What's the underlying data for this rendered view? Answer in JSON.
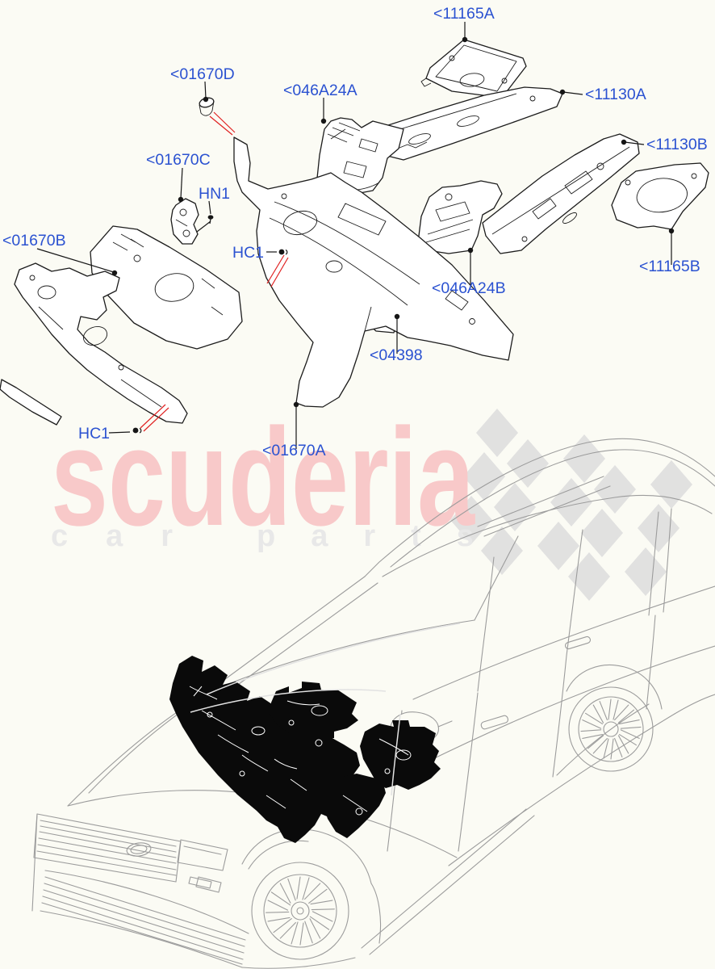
{
  "diagram": {
    "labels": [
      {
        "id": "11165A",
        "text": "<11165A"
      },
      {
        "id": "01670D",
        "text": "<01670D"
      },
      {
        "id": "046A24A",
        "text": "<046A24A"
      },
      {
        "id": "11130A",
        "text": "<11130A"
      },
      {
        "id": "11130B",
        "text": "<11130B"
      },
      {
        "id": "01670C",
        "text": "<01670C"
      },
      {
        "id": "HN1",
        "text": "HN1"
      },
      {
        "id": "01670B",
        "text": "<01670B"
      },
      {
        "id": "HC1-upper",
        "text": "HC1"
      },
      {
        "id": "046A24B",
        "text": "<046A24B"
      },
      {
        "id": "11165B",
        "text": "<11165B"
      },
      {
        "id": "04398",
        "text": "<04398"
      },
      {
        "id": "HC1-lower",
        "text": "HC1"
      },
      {
        "id": "01670A",
        "text": "<01670A"
      }
    ],
    "colors": {
      "label_text": "#2b52d1",
      "leader_line": "#161616",
      "pointer_arrow": "#e02020",
      "part_outline": "#1c1c1c",
      "vehicle_outline": "#9c9c9c",
      "highlight_fill": "#0a0a0a",
      "background": "#fbfbf4"
    }
  },
  "watermark": {
    "brand": "scuderia",
    "tagline_word_1": "car",
    "tagline_word_2": "parts",
    "brand_color": "#f8c9c9",
    "tagline_color": "#e8e8e8",
    "flag_color": "#dcdcdc"
  }
}
